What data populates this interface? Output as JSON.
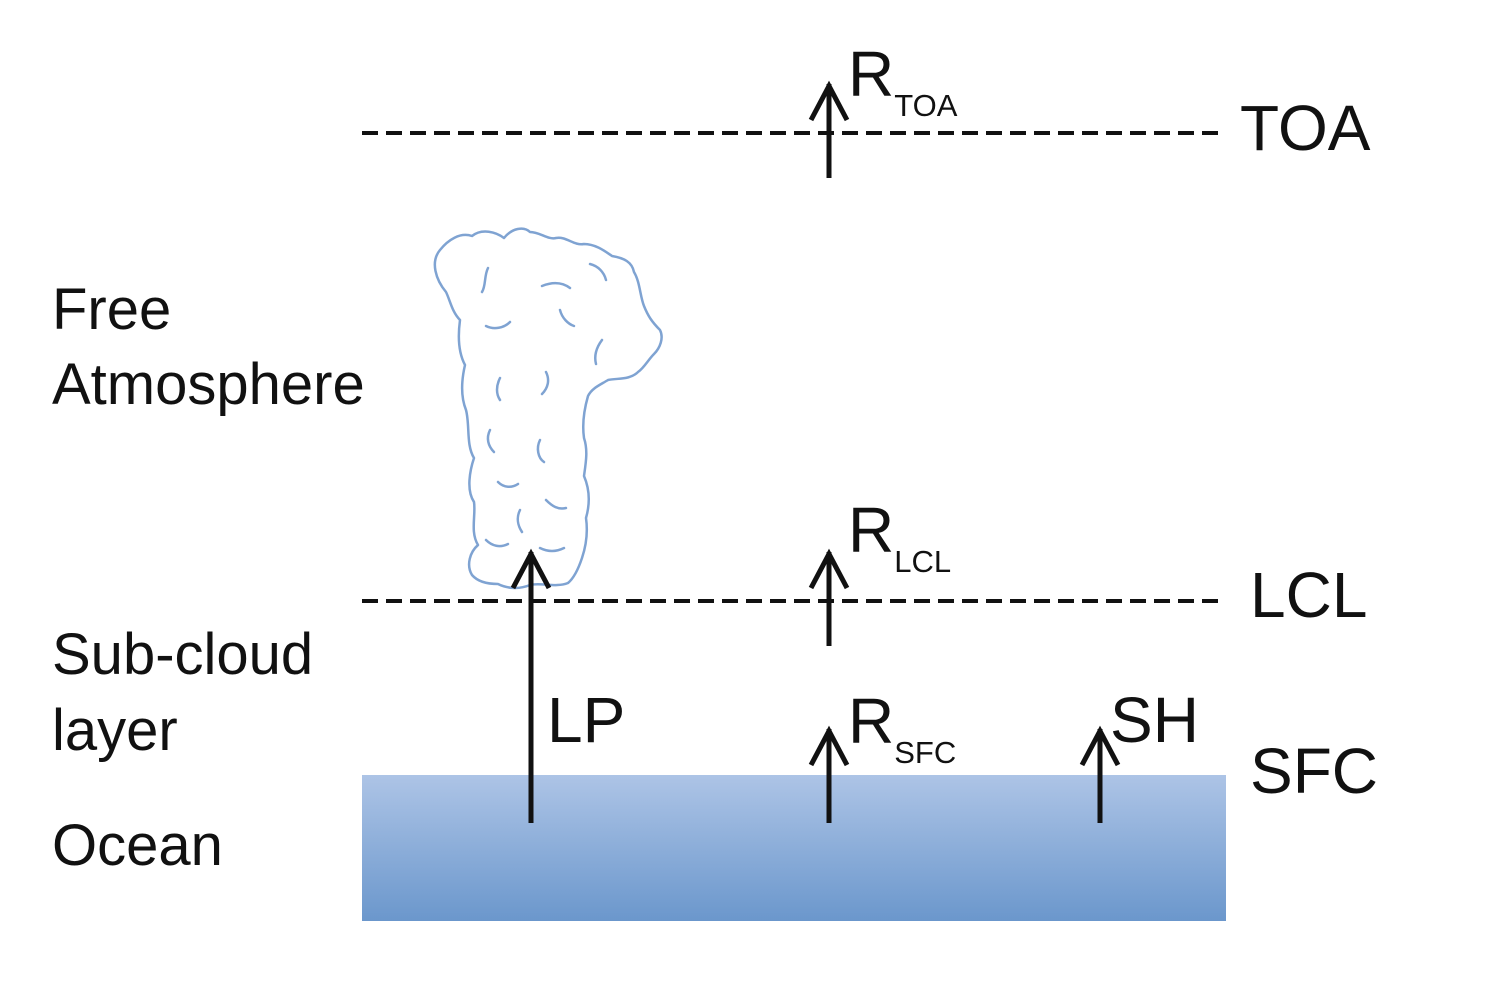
{
  "layers": {
    "toa": "TOA",
    "lcl": "LCL",
    "sfc": "SFC"
  },
  "regions": {
    "free_atmosphere_line1": "Free",
    "free_atmosphere_line2": "Atmosphere",
    "subcloud_line1": "Sub-cloud",
    "subcloud_line2": "layer",
    "ocean": "Ocean"
  },
  "fluxes": {
    "r_toa": {
      "main": "R",
      "sub": "TOA"
    },
    "r_lcl": {
      "main": "R",
      "sub": "LCL"
    },
    "r_sfc": {
      "main": "R",
      "sub": "SFC"
    },
    "lp": "LP",
    "sh": "SH"
  },
  "colors": {
    "ocean_top": "#adc4e6",
    "ocean_bottom": "#6b97cc",
    "cloud_outline": "#7fa3d2",
    "line": "#111111"
  }
}
